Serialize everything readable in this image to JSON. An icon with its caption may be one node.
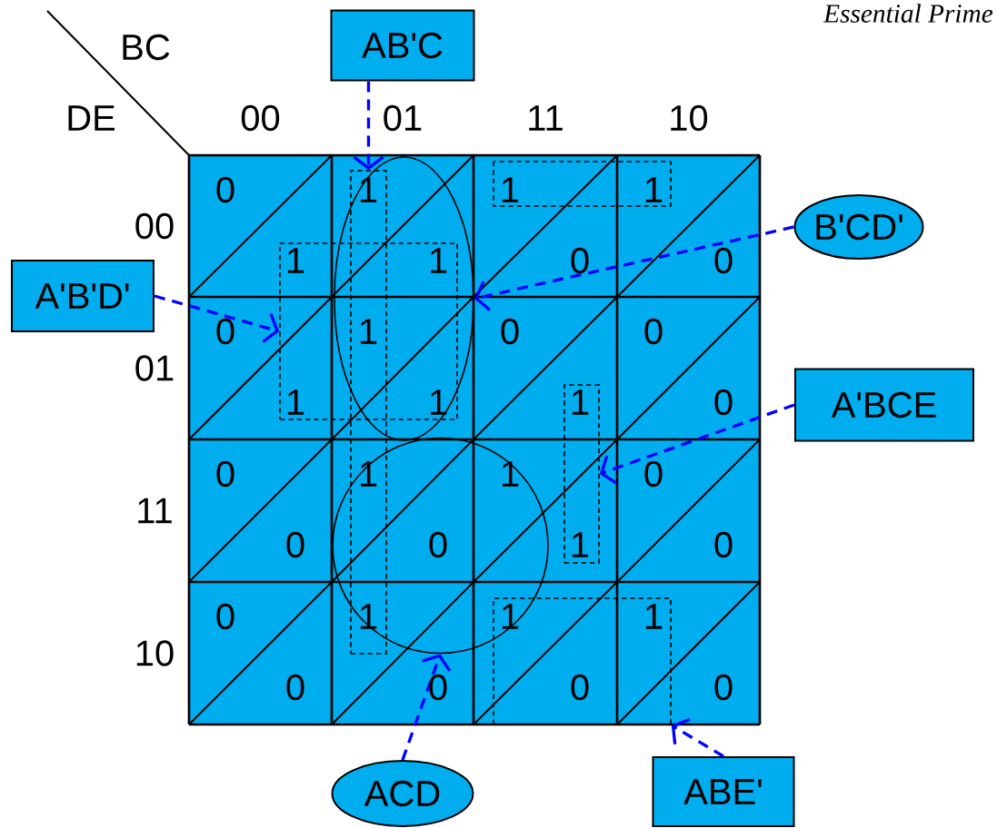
{
  "diagram": {
    "title": "Essential Prime",
    "nodes": [
      {
        "text": [
          "AB'C"
        ]
      },
      {
        "text": [
          "B'CD'"
        ]
      },
      {
        "text": [
          "A'B'D'"
        ]
      },
      {
        "text": [
          "A'BCE"
        ]
      },
      {
        "text": [
          "ACD"
        ]
      },
      {
        "text": [
          "ABE'"
        ]
      },
      {
        "text": [],
        "shape": "box"
      },
      {
        "text": [],
        "shape": "ellipse"
      },
      {
        "text": [],
        "shape": "box"
      },
      {
        "text": [],
        "shape": "box"
      },
      {
        "text": [],
        "shape": "circle"
      },
      {
        "text": [],
        "shape": "box"
      }
    ],
    "edges": [
      {
        "from": 0,
        "to": 6,
        "arrow": "to",
        "style": "dashed"
      },
      {
        "from": 1,
        "to": 7,
        "arrow": "to",
        "style": "dashed"
      },
      {
        "from": 2,
        "to": 8,
        "arrow": "to",
        "style": "dashed"
      },
      {
        "from": 3,
        "to": 9,
        "arrow": "to",
        "style": "dashed"
      },
      {
        "from": 4,
        "to": 10,
        "arrow": "to",
        "style": "dashed"
      },
      {
        "from": 5,
        "to": 11,
        "arrow": "to",
        "style": "dashed"
      }
    ],
    "labels": [
      "BC",
      "DE",
      "00",
      "01",
      "11",
      "10",
      "00",
      "0",
      "1",
      "1",
      "1",
      "1",
      "0",
      "1",
      "0",
      "01",
      "0",
      "1",
      "1",
      "1",
      "0",
      "1",
      "0",
      "0",
      "11",
      "0",
      "0",
      "1",
      "0",
      "1",
      "1",
      "0",
      "0",
      "10",
      "0",
      "0",
      "1",
      "0",
      "1",
      "0",
      "1",
      "0"
    ]
  }
}
